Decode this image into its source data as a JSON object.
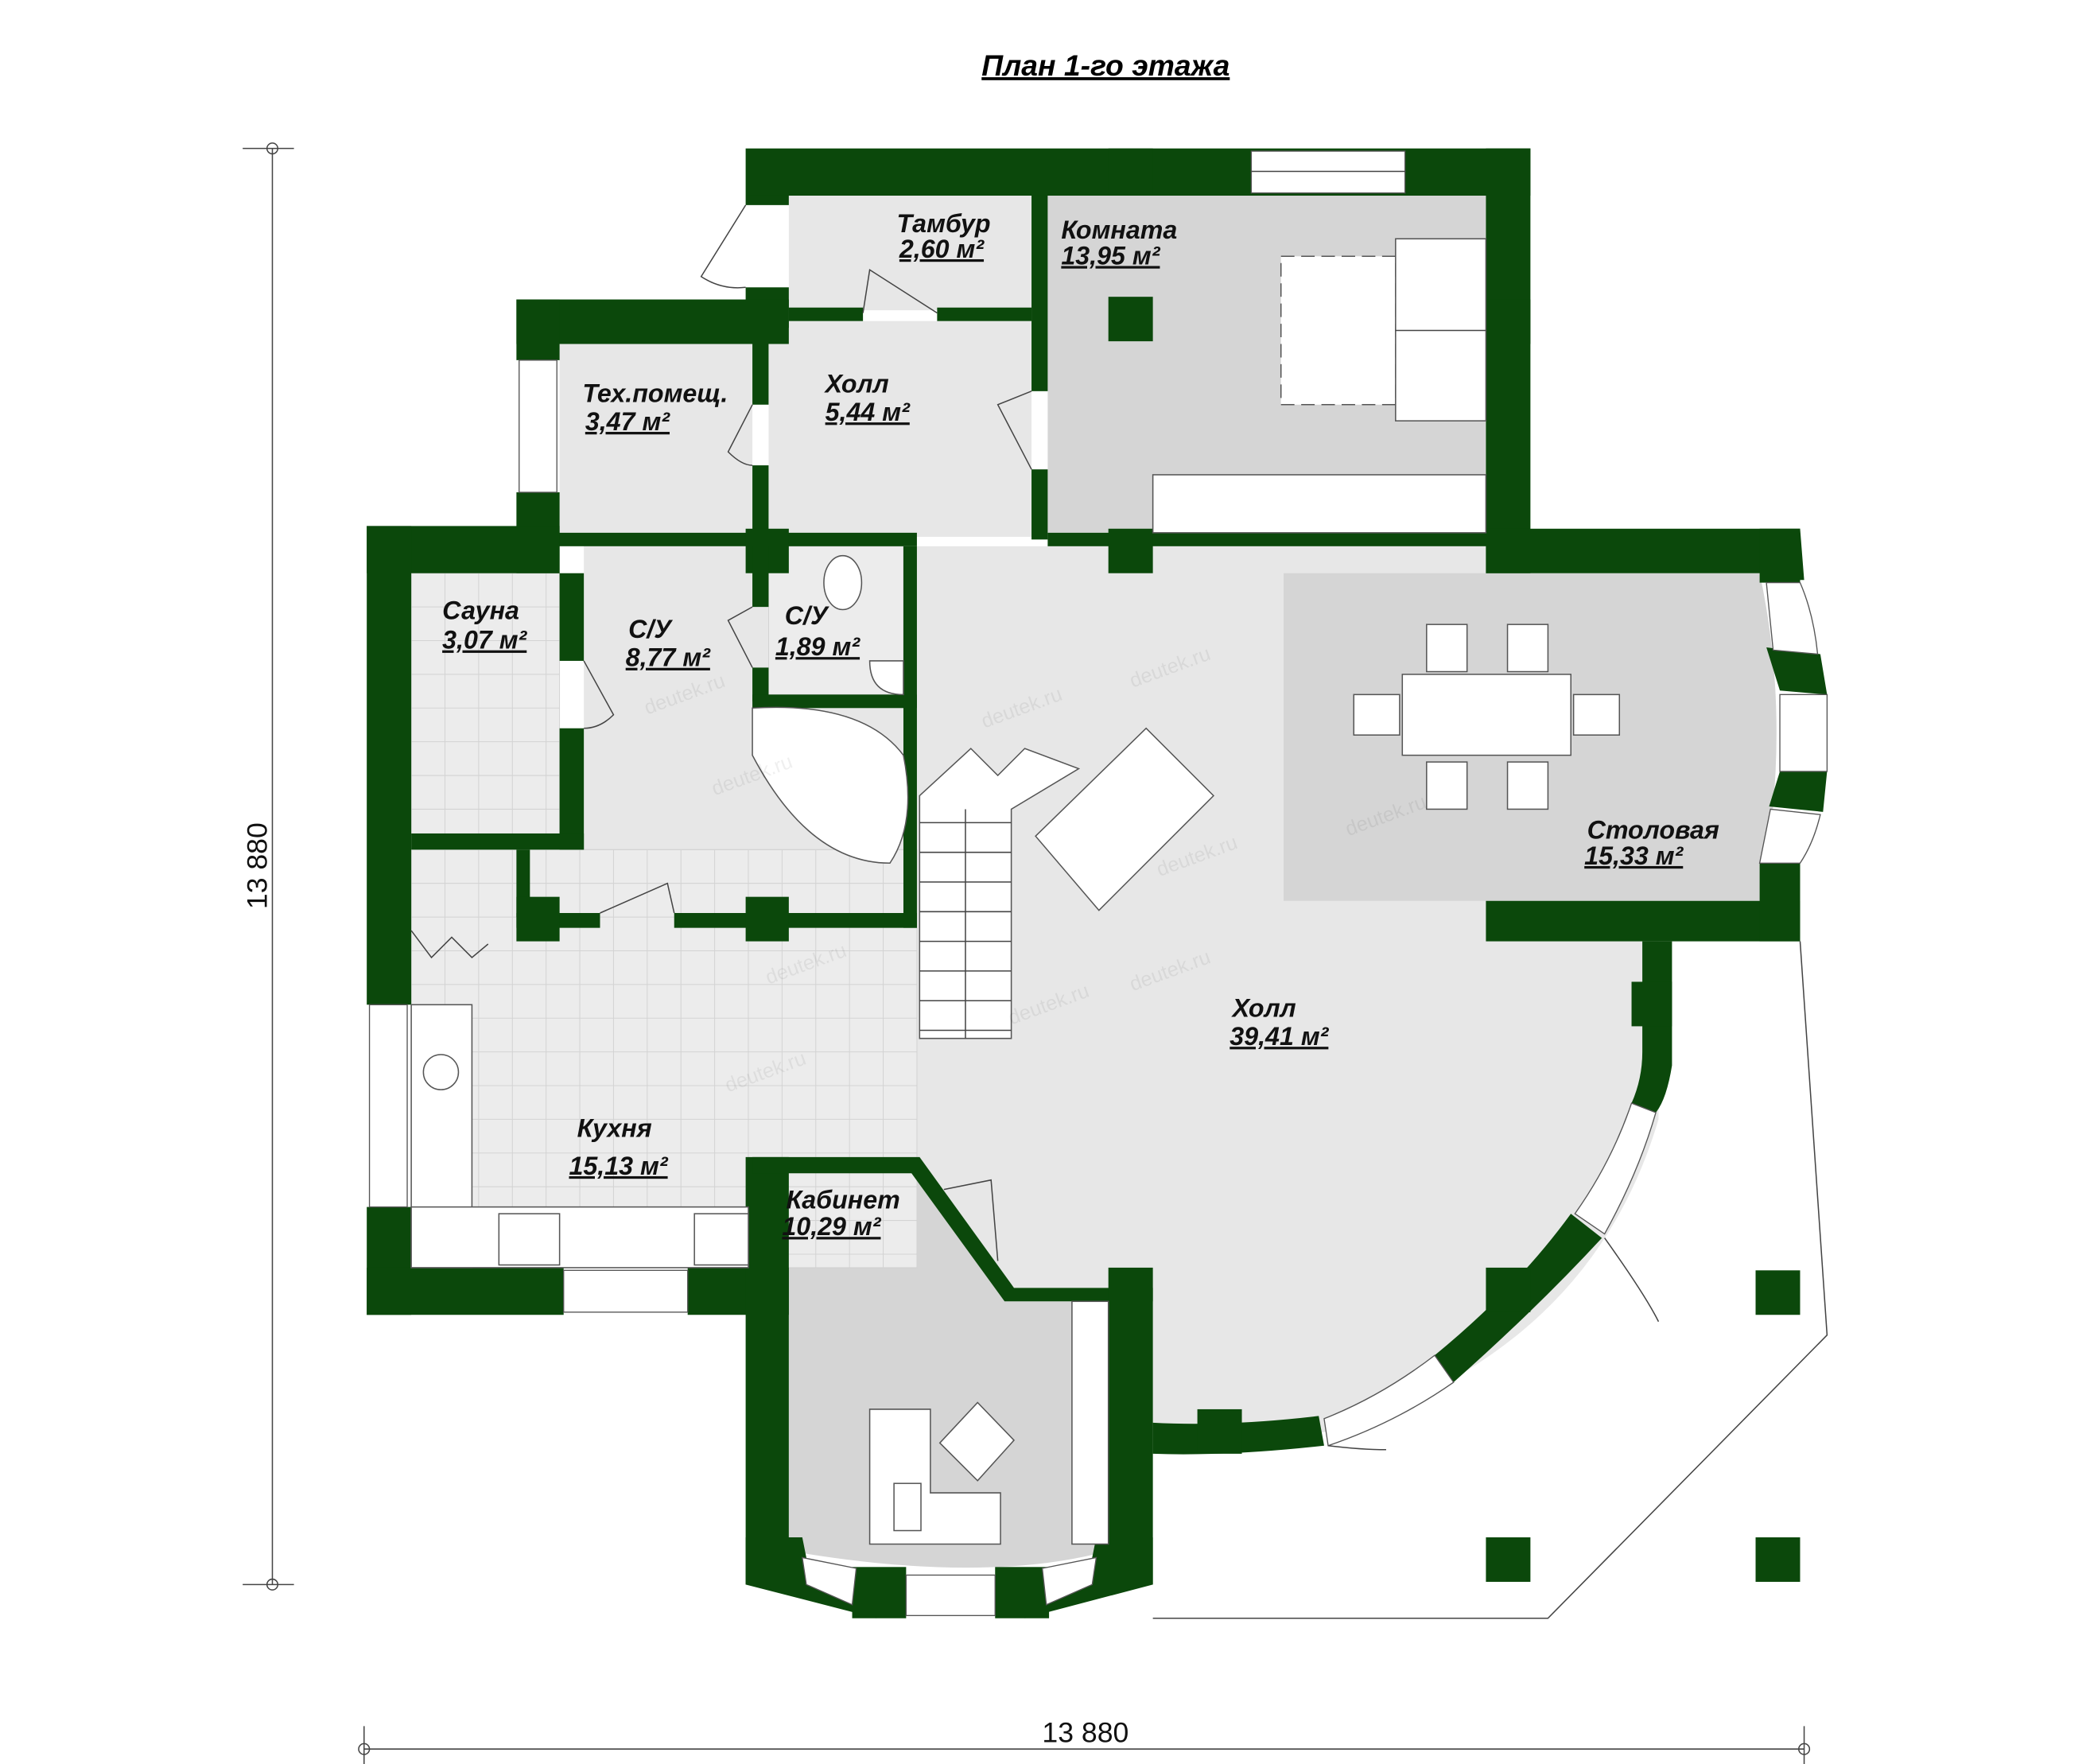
{
  "title": "План 1-го этажа",
  "dimensions": {
    "vertical": "13 880",
    "horizontal": "13 880"
  },
  "watermark": "deutek.ru",
  "colors": {
    "wall": "#0b480b",
    "floor_light": "#e7e7e7",
    "floor_dark": "#d5d5d5"
  },
  "rooms": [
    {
      "name": "Тамбур",
      "area": "2,60 м²"
    },
    {
      "name": "Комната",
      "area": "13,95 м²"
    },
    {
      "name": "Тех.помещ.",
      "area": "3,47 м²"
    },
    {
      "name": "Холл",
      "area": "5,44 м²"
    },
    {
      "name": "Сауна",
      "area": "3,07 м²"
    },
    {
      "name": "С/У",
      "area": "8,77 м²"
    },
    {
      "name": "С/У",
      "area": "1,89 м²"
    },
    {
      "name": "Столовая",
      "area": "15,33 м²"
    },
    {
      "name": "Холл",
      "area": "39,41 м²"
    },
    {
      "name": "Кухня",
      "area": "15,13 м²"
    },
    {
      "name": "Кабинет",
      "area": "10,29 м²"
    }
  ]
}
